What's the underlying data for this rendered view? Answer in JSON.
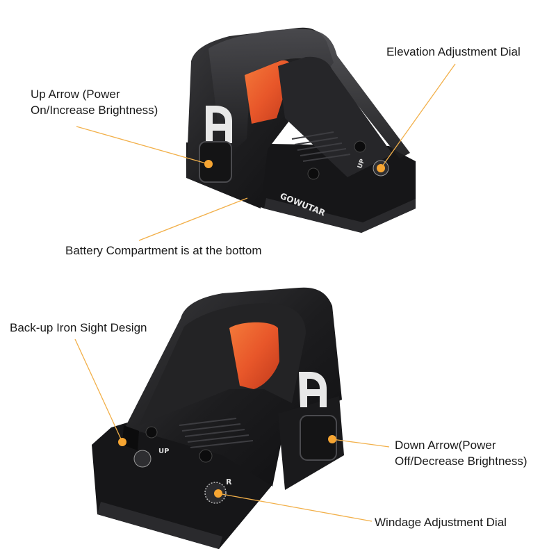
{
  "callouts": {
    "up_arrow": [
      "Up Arrow (Power",
      "On/Increase Brightness)"
    ],
    "elevation": "Elevation Adjustment Dial",
    "battery": "Battery Compartment is at the bottom",
    "backup_sight": "Back-up Iron Sight Design",
    "down_arrow": [
      "Down Arrow(Power",
      "Off/Decrease Brightness)"
    ],
    "windage": "Windage Adjustment Dial"
  },
  "product": {
    "brand_logo": "GOWUTAR",
    "logo_letter": "A",
    "dial_marks": {
      "up": "UP",
      "right": "R"
    }
  },
  "colors": {
    "marker": "#f6a532",
    "leader_line": "#f2b04a",
    "body": "#1d1d1f",
    "lens_glass": "#e8572a"
  }
}
